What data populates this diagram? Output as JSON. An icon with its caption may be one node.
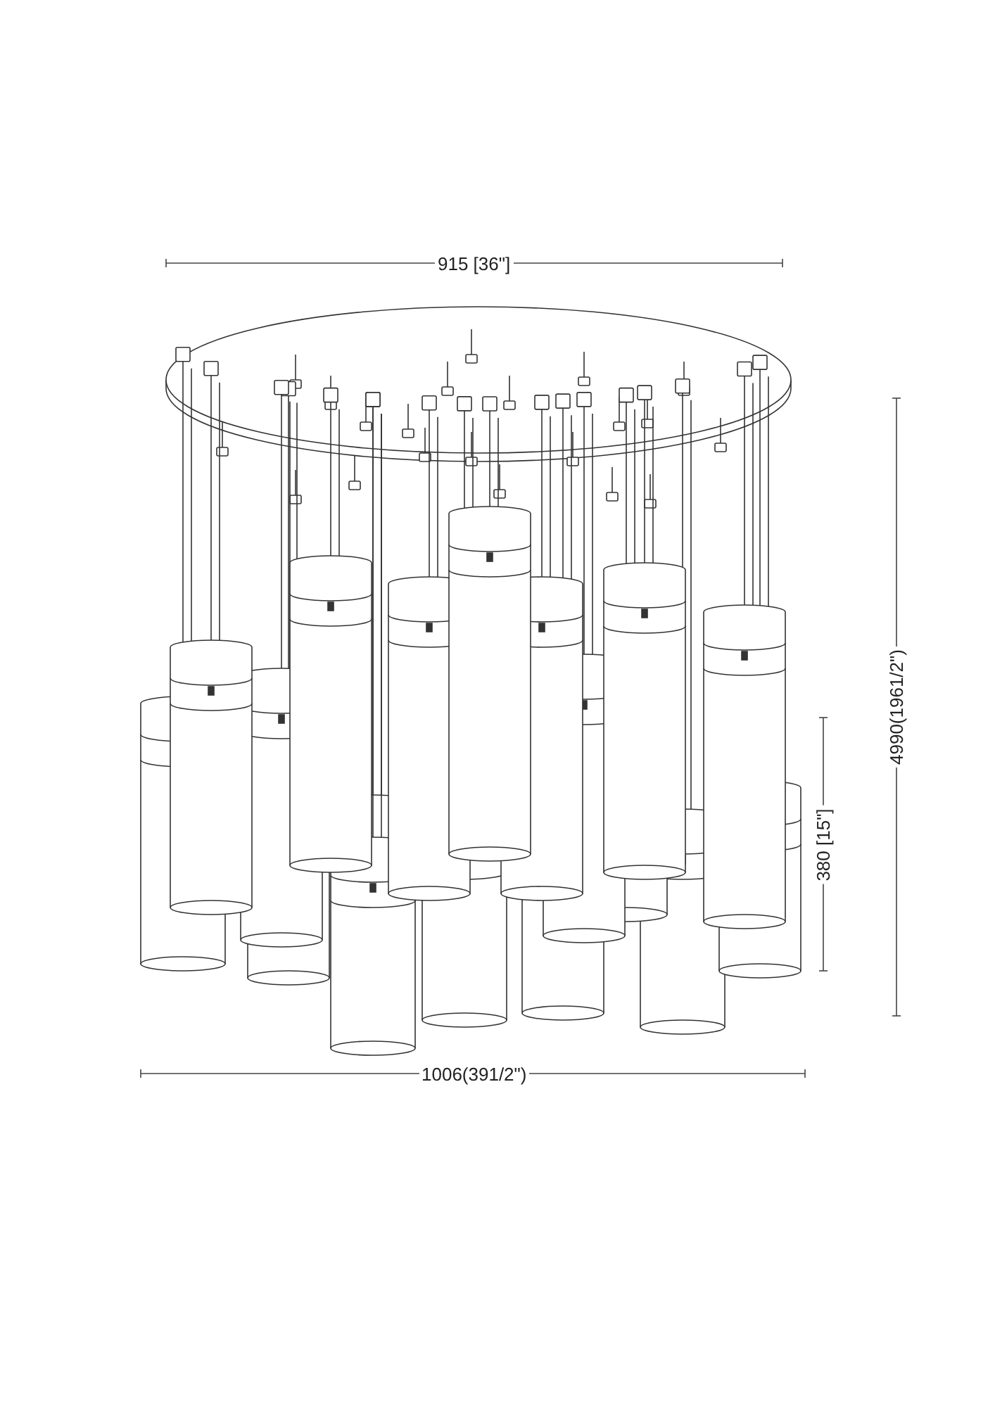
{
  "diagram": {
    "labels": [
      "915 [36\"]",
      "4990(1961/2\")",
      "380 [15\"]",
      "1006(391/2\")"
    ]
  }
}
